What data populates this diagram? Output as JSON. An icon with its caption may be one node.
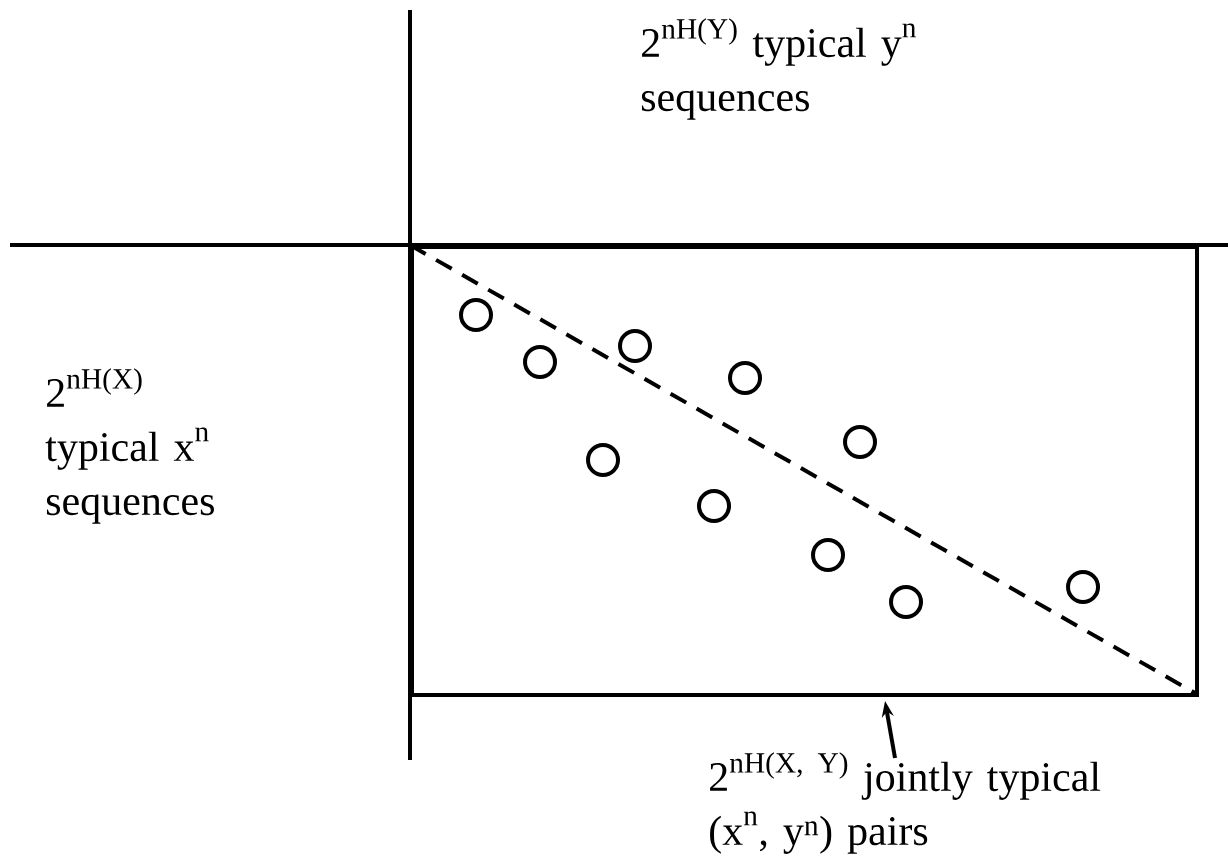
{
  "diagram": {
    "nodes": [
      {
        "text": [
          "\\text{2}^{\\text{nH(Y)}}\\ \\text{typical y}^{\\text{n}}\\allowbreak\\ \\text{sequences}"
        ]
      },
      {
        "text": [
          "\\text{2}^{\\text{nH(X)}}\\allowbreak\\ \\text{typical x}^{\\text{n}}\\allowbreak\\ \\text{sequences}"
        ]
      },
      {
        "text": [],
        "shape": "box"
      },
      {
        "text": [
          "\\text{2}^{\\text{nH(X, Y)}}\\ \\text{jointly typical}\\allowbreak\\ \\text{(x}^{\\text{n}}\\text{, y}^{\\text{n}}\\text{) pairs}"
        ]
      }
    ],
    "edges": [
      {
        "from": 3,
        "to": 2,
        "arrow": "to"
      }
    ]
  }
}
